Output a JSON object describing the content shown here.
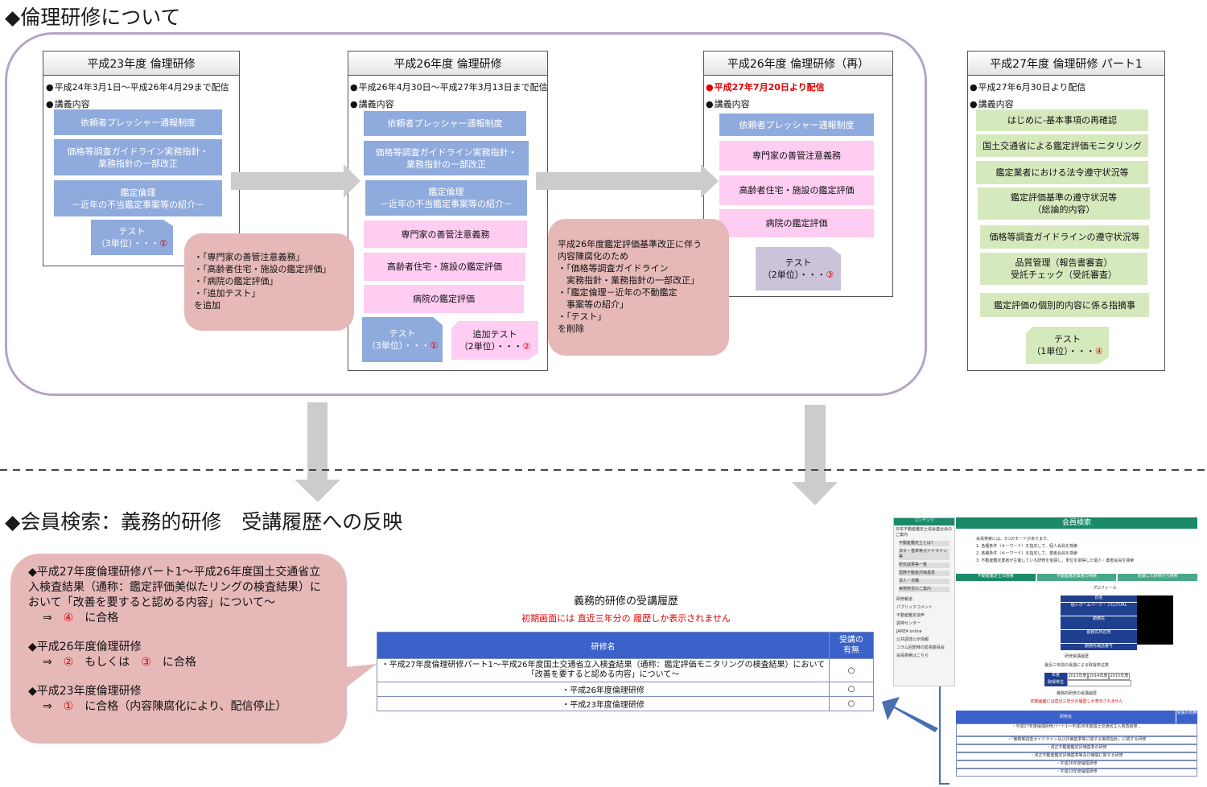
{
  "top_heading": "◆倫理研修について",
  "bottom_heading": "◆会員検索：義務的研修　受講履歴への反映",
  "courses": [
    {
      "title": "平成23年度 倫理研修",
      "period": "平成24年3月1日～平成26年4月29まで配信",
      "lecture_label": "講義内容",
      "items": [
        "依頼者プレッシャー通報制度",
        "価格等調査ガイドライン実務指針・\n業務指針の一部改正",
        "鑑定倫理\n－近年の不当鑑定事案等の紹介－"
      ],
      "test": {
        "label": "テスト",
        "units": "（3単位）・・・",
        "num": "①"
      }
    },
    {
      "title": "平成26年度 倫理研修",
      "period": "平成26年4月30日～平成27年3月13日まで配信",
      "lecture_label": "講義内容",
      "items": [
        "依頼者プレッシャー通報制度",
        "価格等調査ガイドライン実務指針・\n業務指針の一部改正",
        "鑑定倫理\n－近年の不当鑑定事案等の紹介－",
        "専門家の善管注意義務",
        "高齢者住宅・施設の鑑定評価",
        "病院の鑑定評価"
      ],
      "test": {
        "label": "テスト",
        "units": "（3単位）・・・",
        "num": "①"
      },
      "extra_test": {
        "label": "追加テスト",
        "units": "（2単位）・・・",
        "num": "②"
      }
    },
    {
      "title": "平成26年度 倫理研修（再）",
      "period": "平成27年7月20日より配信",
      "lecture_label": "講義内容",
      "items": [
        "依頼者プレッシャー通報制度",
        "専門家の善管注意義務",
        "高齢者住宅・施設の鑑定評価",
        "病院の鑑定評価"
      ],
      "test": {
        "label": "テスト",
        "units": "（2単位）・・・",
        "num": "③"
      }
    },
    {
      "title": "平成27年度 倫理研修 パート1",
      "period": "平成27年6月30日より配信",
      "lecture_label": "講義内容",
      "items": [
        "はじめに-基本事項の再確認",
        "国土交通省による鑑定評価モニタリング",
        "鑑定業者における法令遵守状況等",
        "鑑定評価基準の遵守状況等\n（総論的内容）",
        "価格等調査ガイドラインの遵守状況等",
        "品質管理（報告書審査）\n受託チェック（受託審査）",
        "鑑定評価の個別的内容に係る指摘事"
      ],
      "test": {
        "label": "テスト",
        "units": "（1単位）・・・",
        "num": "④"
      }
    }
  ],
  "notes": {
    "added": "・「専門家の善管注意義務」\n・「高齢者住宅・施設の鑑定評価」\n・「病院の鑑定評価」\n・「追加テスト」\nを追加",
    "removed": "平成26年度鑑定評価基準改正に伴う\n内容陳腐化のため\n・「価格等調査ガイドライン\n　実務指針・業務指針の一部改正」\n・「鑑定倫理－近年の不動鑑定\n　事案等の紹介」\n・「テスト」\nを削除"
  },
  "summary": {
    "p1_title": "◆平成27年度倫理研修パート1～平成26年度国土交通省立入検査結果（通称：鑑定評価美似たリングの検査結果）において「改善を要すると認める内容」について～",
    "p1_arrow": "⇒",
    "p1_num": "④",
    "p1_text": "に合格",
    "p2_title": "◆平成26年度倫理研修",
    "p2_arrow": "⇒",
    "p2_num_a": "②",
    "p2_mid": "もしくは",
    "p2_num_b": "③",
    "p2_text": "に合格",
    "p3_title": "◆平成23年度倫理研修",
    "p3_arrow": "⇒",
    "p3_num": "①",
    "p3_text": "に合格（内容陳腐化により、配信停止）"
  },
  "history": {
    "title": "義務的研修の受講履歴",
    "notice": "初期画面には 直近三年分の 履歴しか表示されません",
    "col_name": "研修名",
    "col_taken": "受講の\n有無",
    "rows": [
      {
        "name": "・平成27年度倫理研修パート1～平成26年度国土交通省立入検査結果（通称：鑑定評価モニタリングの検査結果）において\n「改善を要すると認める内容」について～",
        "taken": "○"
      },
      {
        "name": "・平成26年度倫理研修",
        "taken": "○"
      },
      {
        "name": "・平成23年度倫理研修",
        "taken": "○"
      }
    ]
  },
  "screenshot": {
    "sidebar_title": "コンテンツ",
    "sidebar_items": [
      "日本不動産鑑定士協会連合会のご案内",
      "不動産鑑定士とは？",
      "法令・基準等ガイドライン等",
      "研究成果等一覧",
      "国際不動産評価基準",
      "求人・求職",
      "実務修習のご案内"
    ],
    "sidebar_links": [
      "研修報道",
      "パブリックコメント",
      "不動産鑑定協声",
      "調停センター",
      "JAREA online",
      "公共調達公示情報",
      "コラム回想時の監視委員会",
      "会員検索はこちら"
    ],
    "header": "会員検索",
    "intro": "会員検索には、3つのモードがあります。",
    "intro_lines": [
      "1. 各種条件（キーワード）を指定して、個人会員を検索",
      "2. 各種条件（キーワード）を指定して、業者会員を検索",
      "3. 不動産鑑定業者が主催している研修を受講し、単位を取得した個人・業者会員を検索"
    ],
    "tabs": [
      "不動産鑑定士の検索",
      "不動産鑑定業者の検索",
      "受講した研修から検索"
    ],
    "profile": "プロフィール",
    "profile_fields": [
      "氏名",
      "個人ホームページ・ブログURL",
      "勤務先",
      "勤務先所在地",
      "勤務先電話番号"
    ],
    "training_history": "研修受講履歴",
    "units_caption": "最近三年間の受講による取得単位数",
    "years": [
      "年度",
      "2013年度",
      "2014年度",
      "2015年度"
    ],
    "earned": "取得単位",
    "duty_title": "義務的研修の受講履歴",
    "duty_notice": "初期画面には直近三年分の履歴しか表示されません",
    "duty_col": "研修名",
    "duty_col2": "受講の有無",
    "duty_rows": [
      "・平成27年度倫理研修パート1～平成26年度国土交通省立入検査結果…",
      "・「価格等調査ガイドライン及び評価基準等に関する実務指針」に関する研修",
      "・改正不動産鑑定評価基準の研修",
      "・改正不動産鑑定評価基準等及び補償に関する研修",
      "・平成26年度倫理研修",
      "・平成23年度倫理研修"
    ]
  },
  "colors": {
    "frame": "#b6a4c6",
    "blue_box": "#8faadc",
    "pink_box": "#ffccf2",
    "green_box": "#d6e9bd",
    "note": "#e6b8b8",
    "accent_red": "#e00000",
    "table_header": "#3b62c9",
    "site_green": "#1b8a6b"
  }
}
